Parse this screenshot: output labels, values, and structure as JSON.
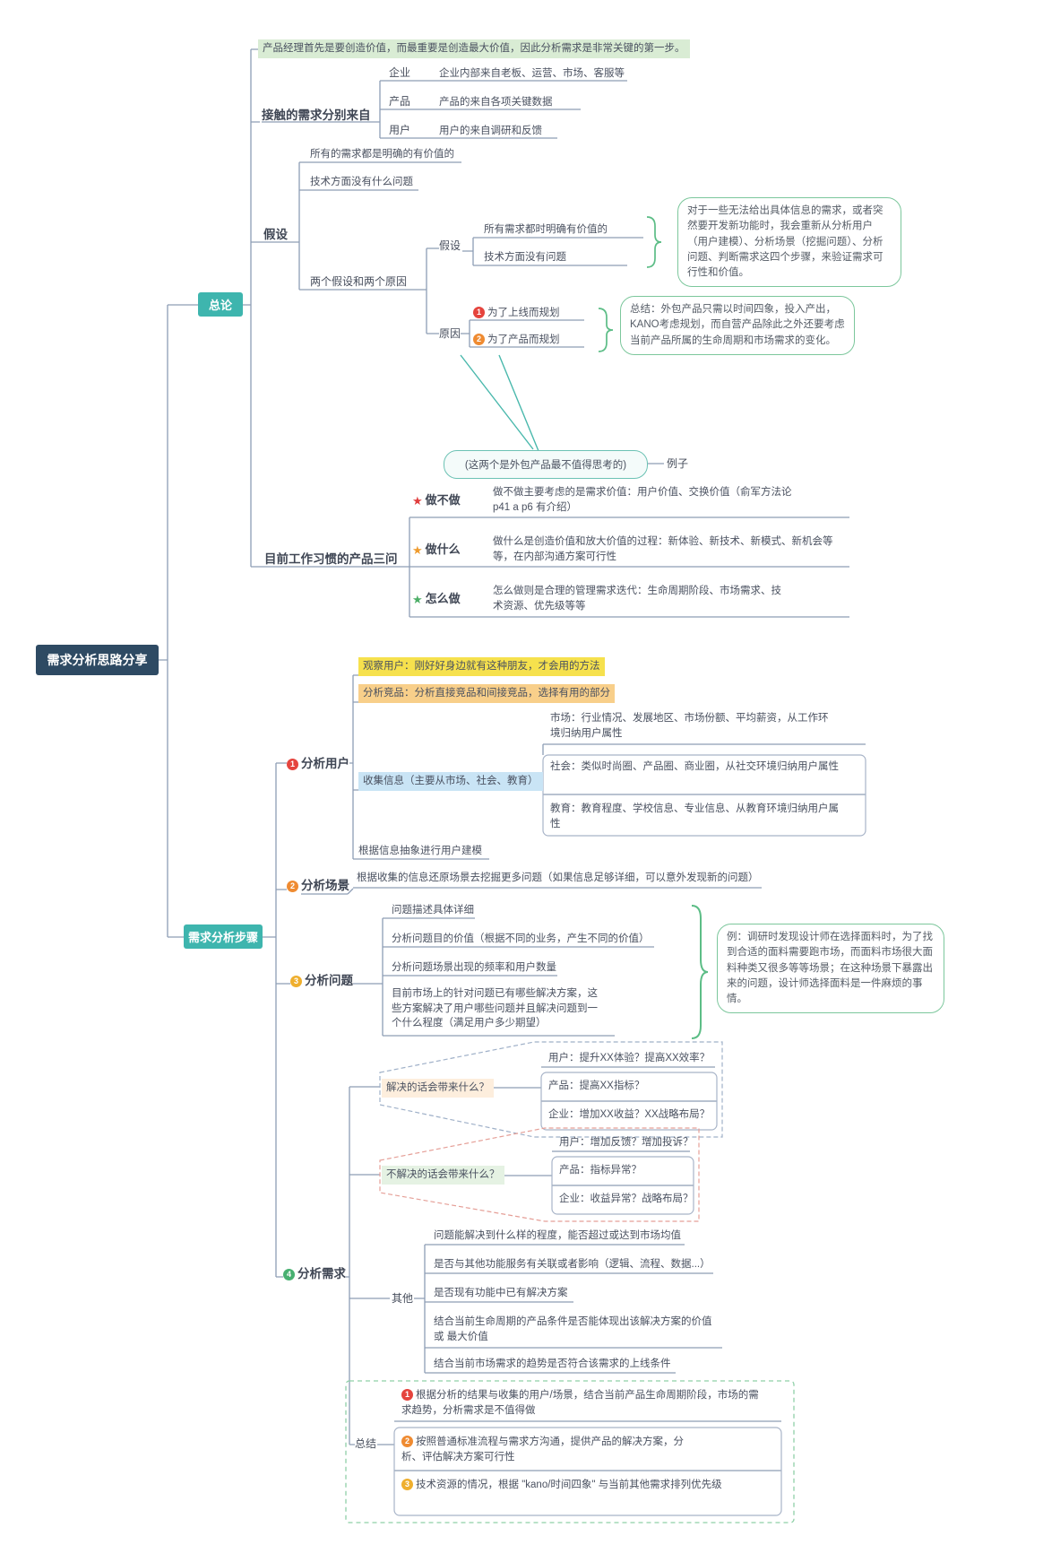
{
  "icons": {
    "star": "★"
  },
  "colors": {
    "root_bg": "#2e4a63",
    "branch_bg": "#3eb5ae",
    "line": "#8d9db5",
    "green_accent": "#5cbd86",
    "num1": "#e5443d",
    "num2": "#ef8b31",
    "num3": "#efaf2e",
    "num4": "#48b071",
    "star_do": "#e03c3c",
    "star_what": "#ef9b2d",
    "star_how": "#4cae67",
    "hl_green": "#d9ecd4",
    "hl_yellow": "#f6e14d",
    "hl_orange": "#f8cf8a",
    "hl_blue": "#c9e4f5",
    "hl_peach": "#fdeedd",
    "hl_mint": "#e5f2e3"
  },
  "root": {
    "label": "需求分析思路分享"
  },
  "general": {
    "label": "总论",
    "intro_note": "产品经理首先是要创造价值，而最重要是创造最大价值，因此分析需求是非常关键的第一步。",
    "sources": {
      "label": "接触的需求分别来自",
      "rows": [
        {
          "key": "企业",
          "desc": "企业内部来自老板、运营、市场、客服等"
        },
        {
          "key": "产品",
          "desc": "产品的来自各项关键数据"
        },
        {
          "key": "用户",
          "desc": "用户的来自调研和反馈"
        }
      ]
    },
    "hypothesis": {
      "label": "假设",
      "item1": "所有的需求都是明确的有价值的",
      "item2": "技术方面没有什么问题",
      "pair_label": "两个假设和两个原因",
      "pair": {
        "hyp_label": "假设",
        "hyp1": "所有需求都时明确有价值的",
        "hyp2": "技术方面没有问题",
        "reason_label": "原因",
        "reason1": {
          "num": "1",
          "text": "为了上线而规划"
        },
        "reason2": {
          "num": "2",
          "text": "为了产品而规划"
        },
        "hyp_note": "对于一些无法给出具体信息的需求，或者突然要开发新功能时，我会重新从分析用户（用户建模）、分析场景（挖掘问题）、分析问题、判断需求这四个步骤，来验证需求可行性和价值。",
        "reason_note": "总结：外包产品只需以时间四象，投入产出，KANO考虑规划，而自营产品除此之外还要考虑当前产品所属的生命周期和市场需求的变化。",
        "bubble": "(这两个是外包产品最不值得思考的)",
        "bubble_tag": "例子"
      }
    },
    "three_questions": {
      "label": "目前工作习惯的产品三问",
      "rows": [
        {
          "key": "做不做",
          "desc": "做不做主要考虑的是需求价值：用户价值、交换价值（俞军方法论 p41 a p6 有介绍）"
        },
        {
          "key": "做什么",
          "desc": "做什么是创造价值和放大价值的过程：新体验、新技术、新模式、新机会等等，在内部沟通方案可行性"
        },
        {
          "key": "怎么做",
          "desc": "怎么做则是合理的管理需求迭代：生命周期阶段、市场需求、技术资源、优先级等等"
        }
      ]
    }
  },
  "steps": {
    "label": "需求分析步骤",
    "step1": {
      "num": "1",
      "label": "分析用户",
      "observe": "观察用户：刚好好身边就有这种朋友，才会用的方法",
      "competitors": "分析竞品：分析直接竞品和间接竞品，选择有用的部分",
      "collect_label": "收集信息（主要从市场、社会、教育）",
      "collect_rows": [
        "市场：行业情况、发展地区、市场份额、平均薪资，从工作环境归纳用户属性",
        "社会：类似时尚圈、产品圈、商业圈，从社交环境归纳用户属性",
        "教育：教育程度、学校信息、专业信息、从教育环境归纳用户属性"
      ],
      "modeling": "根据信息抽象进行用户建模"
    },
    "step2": {
      "num": "2",
      "label": "分析场景",
      "desc": "根据收集的信息还原场景去挖掘更多问题（如果信息足够详细，可以意外发现新的问题）"
    },
    "step3": {
      "num": "3",
      "label": "分析问题",
      "items": [
        "问题描述具体详细",
        "分析问题目的价值（根据不同的业务，产生不同的价值）",
        "分析问题场景出现的频率和用户数量",
        "目前市场上的针对问题已有哪些解决方案，这些方案解决了用户哪些问题并且解决问题到一个什么程度（满足用户多少期望）"
      ],
      "example_note": "例：调研时发现设计师在选择面料时，为了找到合适的面料需要跑市场，而面料市场很大面料种类又很多等等场景；在这种场景下暴露出来的问题，设计师选择面料是一件麻烦的事情。"
    },
    "step4": {
      "num": "4",
      "label": "分析需求",
      "solve": {
        "label": "解决的话会带来什么？",
        "rows": [
          "用户：提升XX体验？提高XX效率？",
          "产品：提高XX指标？",
          "企业：增加XX收益？XX战略布局？"
        ]
      },
      "not_solve": {
        "label": "不解决的话会带来什么？",
        "rows": [
          "用户：增加反馈？增加投诉？",
          "产品：指标异常？",
          "企业：收益异常？战略布局？"
        ]
      },
      "other": {
        "label": "其他",
        "items": [
          "问题能解决到什么样的程度，能否超过或达到市场均值",
          "是否与其他功能服务有关联或者影响（逻辑、流程、数据...）",
          "是否现有功能中已有解决方案",
          "结合当前生命周期的产品条件是否能体现出该解决方案的价值或 最大价值",
          "结合当前市场需求的趋势是否符合该需求的上线条件"
        ]
      },
      "summary": {
        "label": "总结",
        "items": [
          {
            "num": "1",
            "text": "根据分析的结果与收集的用户/场景，结合当前产品生命周期阶段，市场的需求趋势，分析需求是不值得做"
          },
          {
            "num": "2",
            "text": "按照普通标准流程与需求方沟通，提供产品的解决方案，分析、评估解决方案可行性"
          },
          {
            "num": "3",
            "text": "技术资源的情况，根据 \"kano/时间四象\" 与当前其他需求排列优先级"
          }
        ]
      }
    }
  }
}
